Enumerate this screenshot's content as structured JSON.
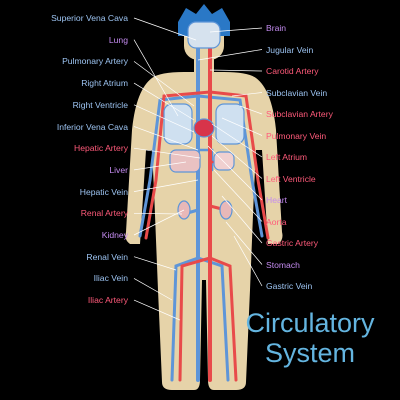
{
  "title": {
    "line1": "Circulatory",
    "line2": "System"
  },
  "colors": {
    "background": "#000000",
    "skin": "#e6d3a9",
    "hair": "#2a78c6",
    "artery": "#e84a4a",
    "vein": "#5e95d8",
    "label_vein": "#9dc4f2",
    "label_artery": "#ff5a7a",
    "label_organ": "#c48bf0",
    "title": "#64b5e0"
  },
  "labels_left": [
    {
      "text": "Superior Vena Cava",
      "kind": "vein"
    },
    {
      "text": "Lung",
      "kind": "organ"
    },
    {
      "text": "Pulmonary Artery",
      "kind": "vein"
    },
    {
      "text": "Right Atrium",
      "kind": "vein"
    },
    {
      "text": "Right Ventricle",
      "kind": "vein"
    },
    {
      "text": "Inferior Vena Cava",
      "kind": "vein"
    },
    {
      "text": "Hepatic Artery",
      "kind": "artery"
    },
    {
      "text": "Liver",
      "kind": "organ"
    },
    {
      "text": "Hepatic Vein",
      "kind": "vein"
    },
    {
      "text": "Renal Artery",
      "kind": "artery"
    },
    {
      "text": "Kidney",
      "kind": "organ"
    },
    {
      "text": "Renal Vein",
      "kind": "vein"
    },
    {
      "text": "Iliac Vein",
      "kind": "vein"
    },
    {
      "text": "Iliac Artery",
      "kind": "artery"
    }
  ],
  "labels_right": [
    {
      "text": "Brain",
      "kind": "organ"
    },
    {
      "text": "Jugular Vein",
      "kind": "vein"
    },
    {
      "text": "Carotid Artery",
      "kind": "artery"
    },
    {
      "text": "Subclavian Vein",
      "kind": "vein"
    },
    {
      "text": "Subclavian Artery",
      "kind": "artery"
    },
    {
      "text": "Pulmonary Vein",
      "kind": "artery"
    },
    {
      "text": "Left Atrium",
      "kind": "artery"
    },
    {
      "text": "Left Ventricle",
      "kind": "artery"
    },
    {
      "text": "Heart",
      "kind": "organ"
    },
    {
      "text": "Aorta",
      "kind": "artery"
    },
    {
      "text": "Gastric Artery",
      "kind": "artery"
    },
    {
      "text": "Stomach",
      "kind": "organ"
    },
    {
      "text": "Gastric Vein",
      "kind": "vein"
    }
  ]
}
